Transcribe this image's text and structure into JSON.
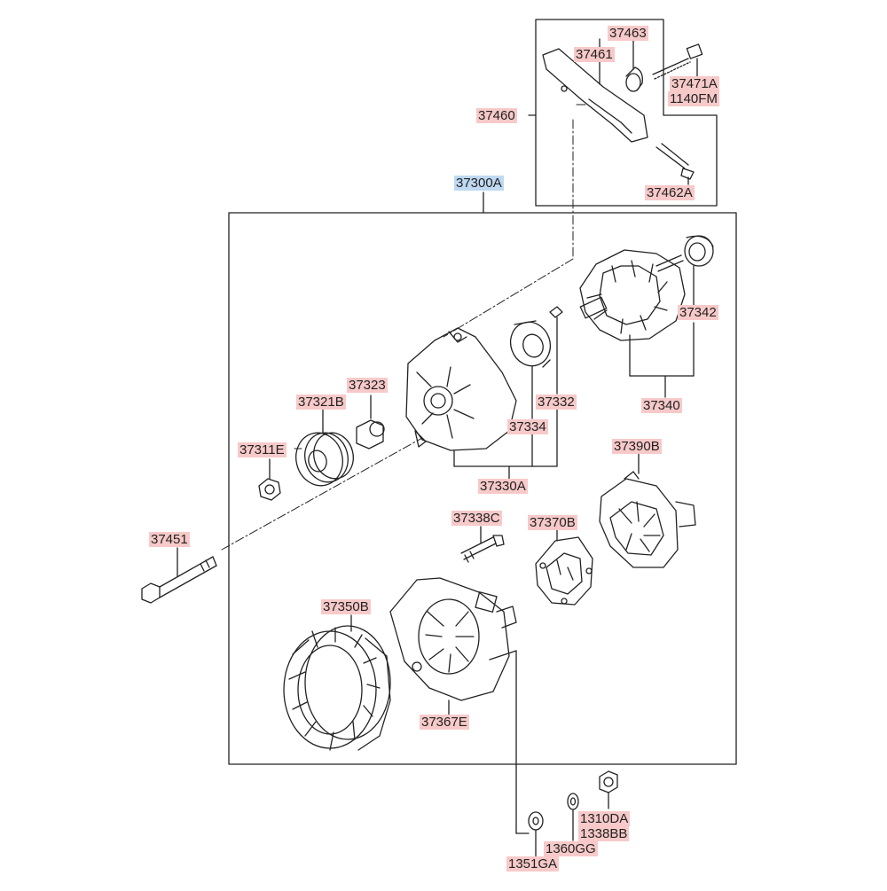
{
  "diagram": {
    "part_labels": {
      "l37463": "37463",
      "l37461": "37461",
      "l37471A": "37471A",
      "l1140FM": "1140FM",
      "l37460": "37460",
      "l37462A": "37462A",
      "l37300A": "37300A",
      "l37342": "37342",
      "l37323": "37323",
      "l37321B": "37321B",
      "l37332": "37332",
      "l37340": "37340",
      "l37334": "37334",
      "l37311E": "37311E",
      "l37390B": "37390B",
      "l37330A": "37330A",
      "l37338C": "37338C",
      "l37370B": "37370B",
      "l37451": "37451",
      "l37350B": "37350B",
      "l37367E": "37367E",
      "l1310DA": "1310DA",
      "l1338BB": "1338BB",
      "l1360GG": "1360GG",
      "l1351GA": "1351GA"
    },
    "colors": {
      "label_bg": "#f7c9c9",
      "highlight_bg": "#bfd9f2",
      "line": "#222222"
    }
  }
}
